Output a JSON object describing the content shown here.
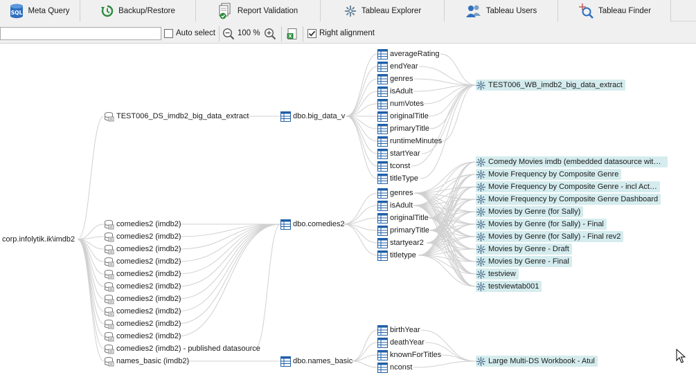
{
  "tabs": [
    {
      "label": "Meta Query",
      "icon": "sql-database-icon"
    },
    {
      "label": "Backup/Restore",
      "icon": "backup-restore-icon"
    },
    {
      "label": "Report Validation",
      "icon": "report-validation-icon"
    },
    {
      "label": "Tableau Explorer",
      "icon": "tableau-explorer-icon"
    },
    {
      "label": "Tableau Users",
      "icon": "users-icon"
    },
    {
      "label": "Tableau Finder",
      "icon": "tableau-finder-icon"
    }
  ],
  "toolbar": {
    "search_value": "",
    "auto_select_label": "Auto select",
    "auto_select_checked": false,
    "zoom_value": "100 %",
    "right_alignment_label": "Right alignment",
    "right_alignment_checked": true
  },
  "colors": {
    "highlight": "#d5ecee",
    "table_icon": "#1f5fa8",
    "edge": "#d0d0d0",
    "tableau_icon": "#4a6f8c"
  },
  "tree": {
    "root": "corp.infolytik.ik\\imdb2",
    "datasources": [
      "TEST006_DS_imdb2_big_data_extract",
      "comedies2 (imdb2)",
      "comedies2 (imdb2)",
      "comedies2 (imdb2)",
      "comedies2 (imdb2)",
      "comedies2 (imdb2)",
      "comedies2 (imdb2)",
      "comedies2 (imdb2)",
      "comedies2 (imdb2)",
      "comedies2 (imdb2)",
      "comedies2 (imdb2)",
      "comedies2 (imdb2) - published datasource",
      "names_basic (imdb2)"
    ],
    "tables": [
      "dbo.big_data_v",
      "dbo.comedies2",
      "dbo.names_basic"
    ],
    "columns_big_data_v": [
      "averageRating",
      "endYear",
      "genres",
      "isAdult",
      "numVotes",
      "originalTitle",
      "primaryTitle",
      "runtimeMinutes",
      "startYear",
      "tconst",
      "titleType"
    ],
    "columns_comedies2": [
      "genres",
      "isAdult",
      "originalTitle",
      "primaryTitle",
      "startyear2",
      "titletype"
    ],
    "columns_names_basic": [
      "birthYear",
      "deathYear",
      "knownForTitles",
      "nconst"
    ],
    "workbooks_big_data": [
      "TEST006_WB_imdb2_big_data_extract"
    ],
    "workbooks_comedies": [
      "Comedy Movies imdb (embedded datasource with …",
      "Movie Frequency by Composite Genre",
      "Movie Frequency by Composite Genre - incl Act…",
      "Movie Frequency by Composite Genre Dashboard",
      "Movies by Genre (for Sally)",
      "Movies by Genre (for Sally) - Final",
      "Movies by Genre (for Sally) - Final rev2",
      "Movies by Genre - Draft",
      "Movies by Genre - Final",
      "testview",
      "testviewtab001"
    ],
    "workbooks_names": [
      "Large Multi-DS Workbook - Atul"
    ]
  }
}
